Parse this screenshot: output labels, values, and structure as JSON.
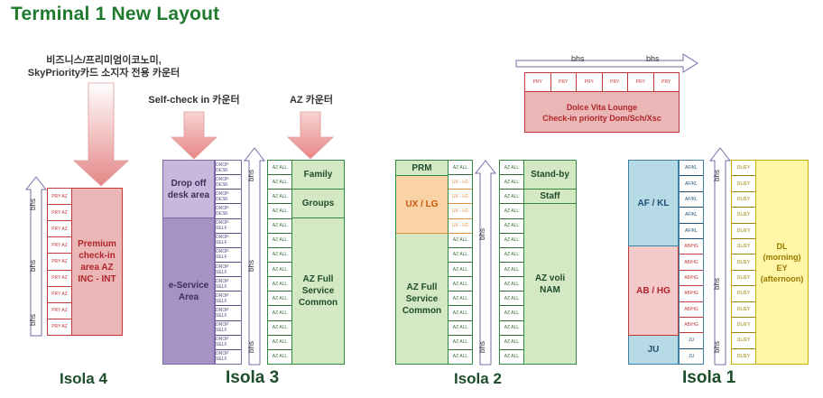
{
  "title": "Terminal 1 New Layout",
  "bhs": "bhs",
  "notes": {
    "business": [
      "비즈니스/프리미엄이코노미,",
      "SkyPriority카드 소지자 전용 카운터"
    ],
    "self_check": "Self-check in 카운터",
    "az_counter": "AZ 카운터"
  },
  "isola4": {
    "name": "Isola 4",
    "counters": [
      "PRY AZ",
      "PRY AZ",
      "PRY AZ",
      "PRY AZ",
      "PRY AZ",
      "PRY AZ",
      "PRY AZ",
      "PRY AZ",
      "PRY AZ"
    ],
    "label": [
      "Premium",
      "check-in",
      "area AZ",
      "INC - INT"
    ]
  },
  "isola3": {
    "name": "Isola 3",
    "drop_off_label": [
      "Drop off",
      "desk area"
    ],
    "eservice_label": [
      "e-Service",
      "Area"
    ],
    "drop_cells": [
      "DROP DESK",
      "DROP DESK",
      "DROP DESK",
      "DROP DESK",
      "DROP SELF",
      "DROP SELF",
      "DROP SELF",
      "DROP SELF",
      "DROP SELF",
      "DROP SELF",
      "DROP SELF",
      "DROP SELF",
      "DROP SELF",
      "DROP SELF"
    ],
    "az_cells": [
      "AZ ALL",
      "AZ ALL",
      "AZ ALL",
      "AZ ALL",
      "AZ ALL",
      "AZ ALL",
      "AZ ALL",
      "AZ ALL",
      "AZ ALL",
      "AZ ALL",
      "AZ ALL",
      "AZ ALL",
      "AZ ALL",
      "AZ ALL"
    ],
    "family": "Family",
    "groups": "Groups",
    "az_full": [
      "AZ Full",
      "Service",
      "Common"
    ]
  },
  "isola2": {
    "name": "Isola 2",
    "prm": "PRM",
    "ux_lg": "UX / LG",
    "az_full": [
      "AZ Full",
      "Service",
      "Common"
    ],
    "left_cells": [
      "AZ ALL",
      "UX - LG",
      "UX - LG",
      "UX - LG",
      "UX - LG",
      "AZ ALL",
      "AZ ALL",
      "AZ ALL",
      "AZ ALL",
      "AZ ALL",
      "AZ ALL",
      "AZ ALL",
      "AZ ALL",
      "AZ ALL"
    ],
    "right_cells": [
      "AZ ALL",
      "AZ ALL",
      "AZ ALL",
      "AZ ALL",
      "AZ ALL",
      "AZ ALL",
      "AZ ALL",
      "AZ ALL",
      "AZ ALL",
      "AZ ALL",
      "AZ ALL",
      "AZ ALL",
      "AZ ALL",
      "AZ ALL"
    ],
    "standby": "Stand-by",
    "staff": "Staff",
    "az_voli": [
      "AZ voli",
      "NAM"
    ]
  },
  "isola1": {
    "name": "Isola 1",
    "af_kl": "AF / KL",
    "ab_hg": "AB / HG",
    "ju": "JU",
    "left_cells": [
      "AF/KL",
      "AF/KL",
      "AF/KL",
      "AF/KL",
      "AF/KL",
      "AB/HG",
      "AB/HG",
      "AB/HG",
      "AB/HG",
      "AB/HG",
      "AB/HG",
      "JU",
      "JU"
    ],
    "right_cells": [
      "DL/EY",
      "DL/EY",
      "DL/EY",
      "DL/EY",
      "DL/EY",
      "DL/EY",
      "DL/EY",
      "DL/EY",
      "DL/EY",
      "DL/EY",
      "DL/EY",
      "DL/EY",
      "DL/EY"
    ],
    "dl_label": [
      "DL",
      "(morning)",
      "EY",
      "(afternoon)"
    ]
  },
  "lounge": {
    "counters": [
      "PRY",
      "PRY",
      "PRY",
      "PRY",
      "PRY",
      "PRY"
    ],
    "label": [
      "Dolce Vita Lounge",
      "Check-in priority Dom/Sch/Xsc"
    ]
  },
  "colors": {
    "green": "#2e8b3e",
    "light_green": "#d5e8c4",
    "purple": "#a692c4",
    "light_purple": "#c8b8dc",
    "pink": "#ebb6b6",
    "red_border": "#c0393b",
    "blue": "#b6dbe7",
    "yellow": "#fff6a8"
  }
}
